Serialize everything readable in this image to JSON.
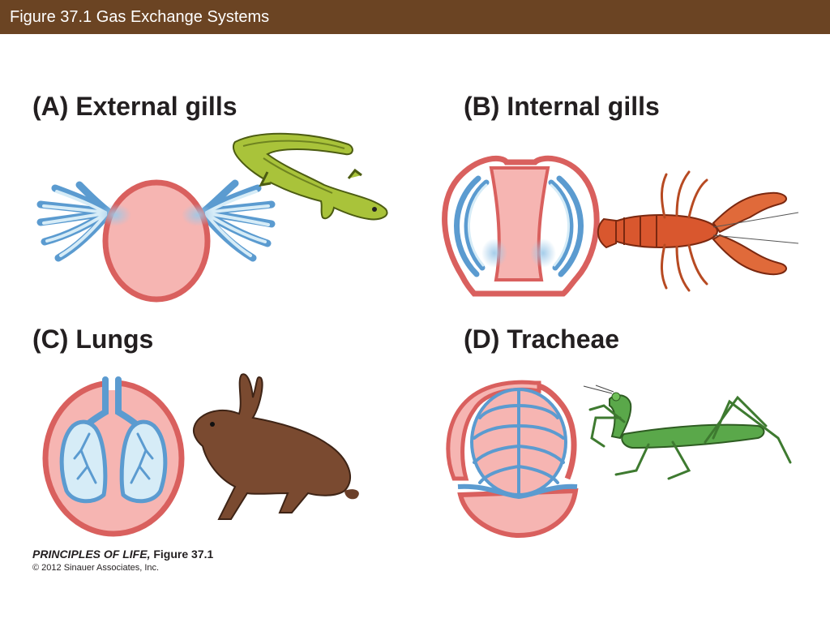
{
  "header": {
    "title": "Figure 37.1  Gas Exchange Systems"
  },
  "panels": {
    "a": {
      "label": "(A)  External gills",
      "animal_icon": "salamander-icon"
    },
    "b": {
      "label": "(B)  Internal gills",
      "animal_icon": "lobster-icon"
    },
    "c": {
      "label": "(C)  Lungs",
      "animal_icon": "rabbit-icon"
    },
    "d": {
      "label": "(D)  Tracheae",
      "animal_icon": "mantis-icon"
    }
  },
  "credit": {
    "book": "PRINCIPLES OF LIFE,",
    "figure": " Figure 37.1",
    "copyright": "© 2012 Sinauer Associates, Inc."
  },
  "colors": {
    "header_bg": "#6b4423",
    "body_wall": "#d9605e",
    "body_fill": "#f6b5b2",
    "gas_surface": "#6aa7d6",
    "gas_fill": "#d6ecf7"
  }
}
